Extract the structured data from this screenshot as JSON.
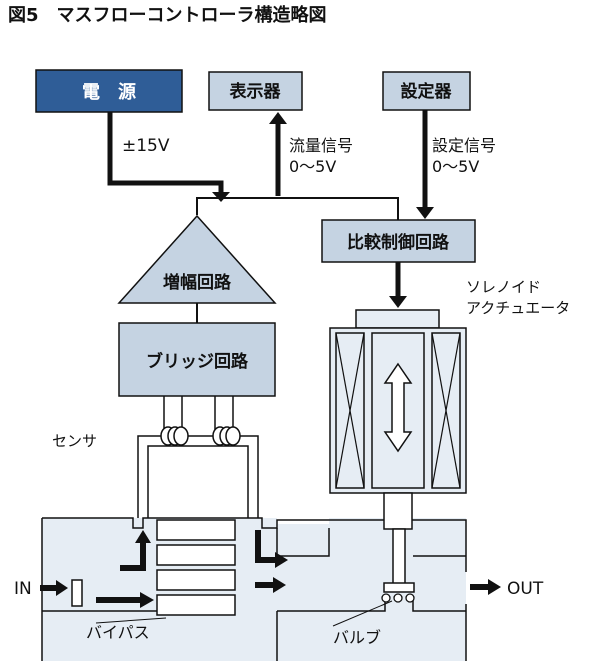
{
  "figure": {
    "title": "図5　マスフローコントローラ構造略図"
  },
  "blocks": {
    "power": "電　源",
    "display": "表示器",
    "setter": "設定器",
    "compare": "比較制御回路",
    "amplifier": "増幅回路",
    "bridge": "ブリッジ回路"
  },
  "labels": {
    "power_voltage": "±15V",
    "flow_signal": "流量信号",
    "flow_signal_range": "0〜5V",
    "set_signal": "設定信号",
    "set_signal_range": "0〜5V",
    "solenoid_line1": "ソレノイド",
    "solenoid_line2": "アクチュエータ",
    "sensor": "センサ",
    "inlet": "IN",
    "outlet": "OUT",
    "bypass": "バイパス",
    "valve": "バルブ"
  },
  "colors": {
    "power_fill": "#2f5d97",
    "block_fill": "#c5d3e2",
    "body_fill": "#e6edf4",
    "line": "#111111"
  }
}
